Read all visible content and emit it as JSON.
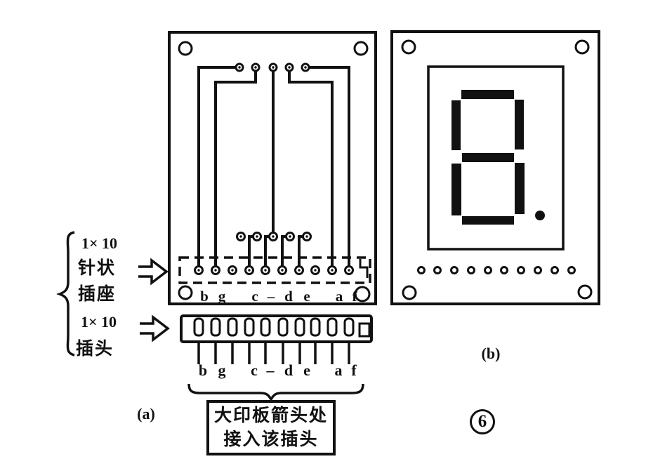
{
  "figure": {
    "caption_a": "(a)",
    "caption_b": "(b)",
    "figure_number": "6"
  },
  "annotations": {
    "socket_label": {
      "line1": "1× 10",
      "line2": "针状",
      "line3": "插座"
    },
    "plug_label": {
      "line1": "1× 10",
      "line2": "插头"
    },
    "note_box": {
      "line1": "大印板箭头处",
      "line2": "接入该插头"
    }
  },
  "pin_labels": [
    "b",
    "g",
    "c",
    "–",
    "d",
    "e",
    "a",
    "f"
  ],
  "display": {
    "digit_shown": "8.",
    "segments_on": [
      "a",
      "b",
      "c",
      "d",
      "e",
      "f",
      "g",
      "dp"
    ]
  },
  "colors": {
    "ink": "#111111",
    "background": "#ffffff"
  }
}
